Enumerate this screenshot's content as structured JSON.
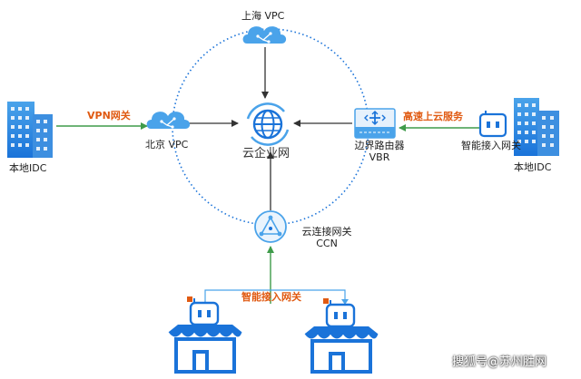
{
  "labels": {
    "shanghai_vpc": "上海 VPC",
    "beijing_vpc": "北京 VPC",
    "cloud_enterprise_net": "云企业网",
    "vpn_gateway": "VPN网关",
    "local_idc_left": "本地IDC",
    "local_idc_right": "本地IDC",
    "high_speed_cloud": "高速上云服务",
    "border_router": "边界路由器",
    "vbr": "VBR",
    "smart_gateway_right": "智能接入网关",
    "ccn_title": "云连接网关",
    "ccn": "CCN",
    "smart_gateway_bottom": "智能接入网关"
  },
  "watermark": "搜狐号@苏州胜网",
  "colors": {
    "blue": "#1a73d9",
    "light_blue": "#4aa3ea",
    "orange": "#e05a12",
    "green": "#3f9b4a",
    "dark_line": "#333333"
  }
}
